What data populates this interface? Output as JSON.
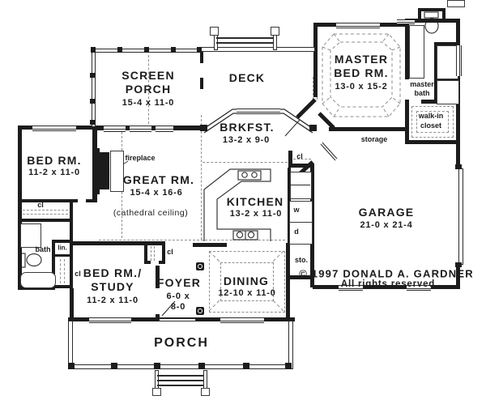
{
  "copyright": {
    "line1": "© 1997 DONALD A. GARDNER",
    "line2": "All rights reserved"
  },
  "rooms": {
    "screen_porch": {
      "line1": "SCREEN",
      "line2": "PORCH",
      "dims": "15-4 x 11-0"
    },
    "deck": {
      "name": "DECK"
    },
    "master_bed": {
      "line1": "MASTER",
      "line2": "BED RM.",
      "dims": "13-0 x 15-2"
    },
    "master_bath": {
      "line1": "master",
      "line2": "bath"
    },
    "walkin_closet": {
      "line1": "walk-in",
      "line2": "closet"
    },
    "storage": {
      "name": "storage"
    },
    "garage": {
      "name": "GARAGE",
      "dims": "21-0 x 21-4"
    },
    "brkfst": {
      "name": "BRKFST.",
      "dims": "13-2 x 9-0"
    },
    "kitchen": {
      "name": "KITCHEN",
      "dims": "13-2 x 11-0"
    },
    "great_room": {
      "name": "GREAT RM.",
      "dims": "15-4 x 16-6",
      "note": "(cathedral ceiling)"
    },
    "bed_room": {
      "name": "BED RM.",
      "dims": "11-2 x 11-0"
    },
    "bath": {
      "name": "bath"
    },
    "bed_study": {
      "line1": "BED RM./",
      "line2": "STUDY",
      "dims": "11-2 x 11-0"
    },
    "foyer": {
      "name": "FOYER",
      "dims_line1": "6-0 x",
      "dims_line2": "8-0"
    },
    "dining": {
      "name": "DINING",
      "dims": "12-10 x 11-0"
    },
    "porch": {
      "name": "PORCH"
    },
    "sto": {
      "name": "sto."
    }
  },
  "annotations": {
    "fireplace": "fireplace",
    "linen": "lin.",
    "closet": "cl",
    "washer": "w",
    "dryer": "d"
  },
  "colors": {
    "wall": "#1c1c1c",
    "background": "#ffffff",
    "dash": "#8f8f8f"
  }
}
